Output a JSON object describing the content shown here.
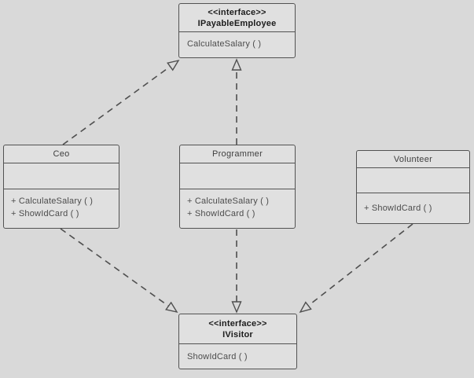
{
  "diagram": {
    "type": "uml-class-diagram",
    "background_color": "#d9d9d9",
    "box_fill_color": "#e0e0e0",
    "line_color": "#4f4f4f",
    "classes": [
      {
        "stereotype": "<<interface>>",
        "name": "IPayableEmployee",
        "attributes": [],
        "methods": [
          "CalculateSalary ( )"
        ]
      },
      {
        "stereotype": "",
        "name": "Ceo",
        "attributes": [],
        "methods": [
          "+ CalculateSalary ( )",
          "+ ShowIdCard ( )"
        ]
      },
      {
        "stereotype": "",
        "name": "Programmer",
        "attributes": [],
        "methods": [
          "+ CalculateSalary ( )",
          "+ ShowIdCard ( )"
        ]
      },
      {
        "stereotype": "",
        "name": "Volunteer",
        "attributes": [],
        "methods": [
          "+ ShowIdCard ( )"
        ]
      },
      {
        "stereotype": "<<interface>>",
        "name": "IVisitor",
        "attributes": [],
        "methods": [
          "ShowIdCard ( )"
        ]
      }
    ],
    "relationships": [
      {
        "from": "Ceo",
        "to": "IPayableEmployee",
        "type": "realization",
        "line_style": "dashed",
        "arrowhead": "hollow-triangle"
      },
      {
        "from": "Programmer",
        "to": "IPayableEmployee",
        "type": "realization",
        "line_style": "dashed",
        "arrowhead": "hollow-triangle"
      },
      {
        "from": "Ceo",
        "to": "IVisitor",
        "type": "realization",
        "line_style": "dashed",
        "arrowhead": "hollow-triangle"
      },
      {
        "from": "Programmer",
        "to": "IVisitor",
        "type": "realization",
        "line_style": "dashed",
        "arrowhead": "hollow-triangle"
      },
      {
        "from": "Volunteer",
        "to": "IVisitor",
        "type": "realization",
        "line_style": "dashed",
        "arrowhead": "hollow-triangle"
      }
    ]
  }
}
